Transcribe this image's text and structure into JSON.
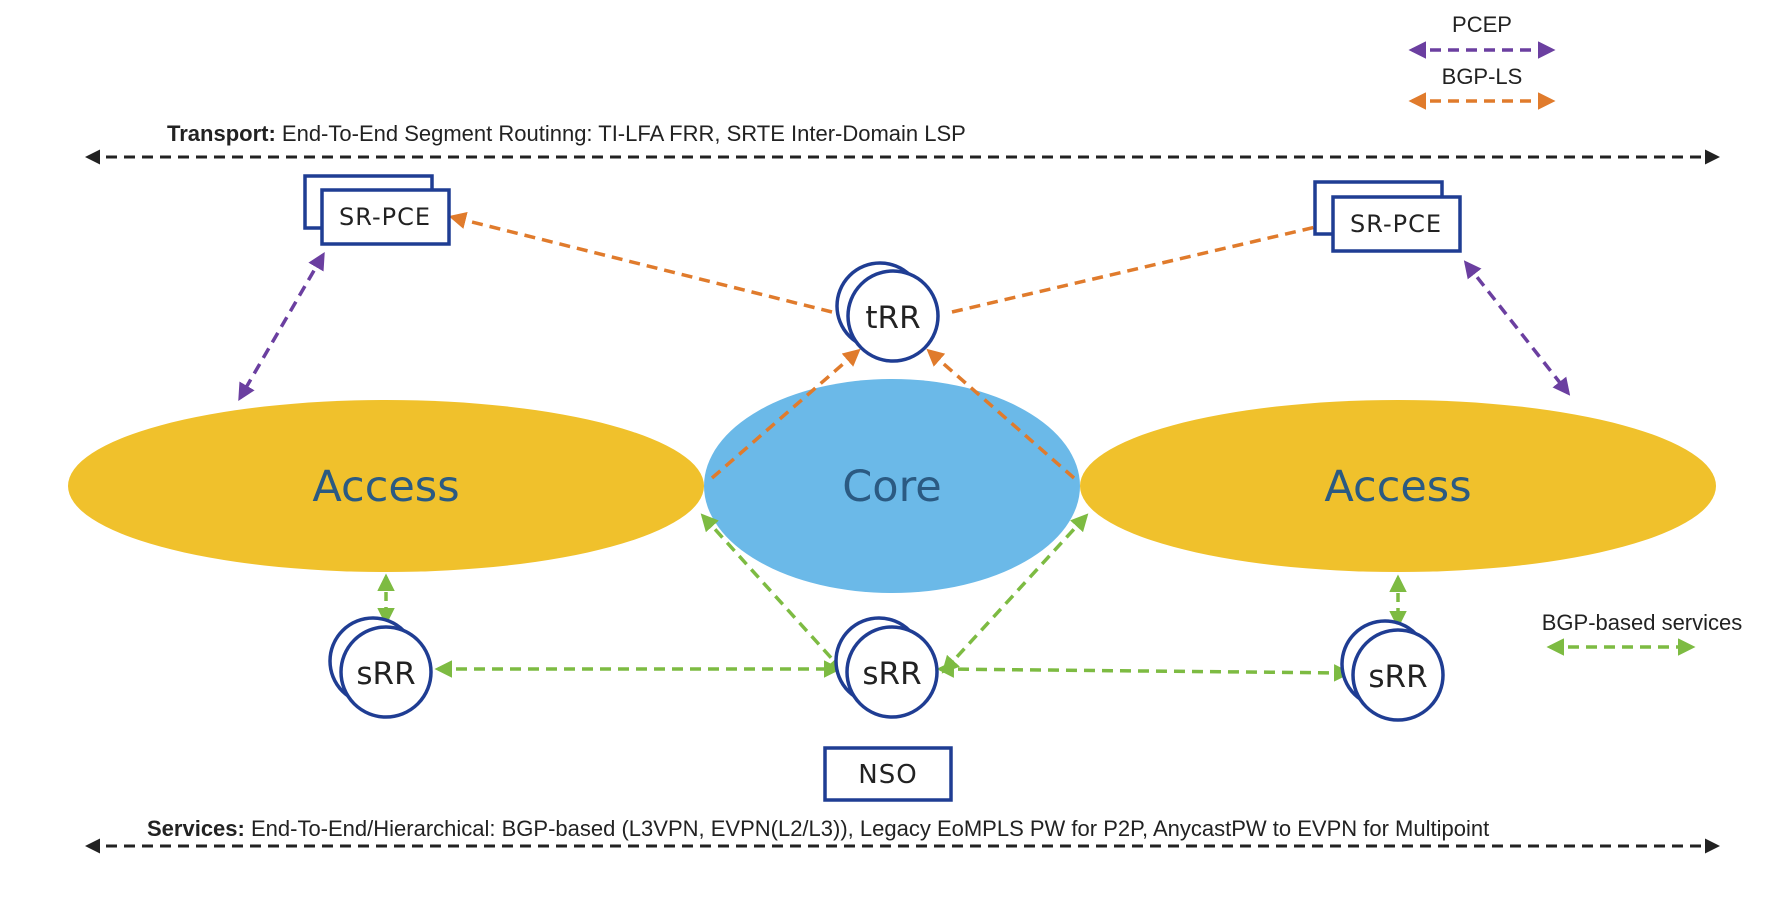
{
  "legend": {
    "pcep": {
      "label": "PCEP",
      "color": "#6b3fa0"
    },
    "bgpls": {
      "label": "BGP-LS",
      "color": "#e07b2c"
    },
    "bgp_services": {
      "label": "BGP-based services",
      "color": "#7dbb42"
    }
  },
  "transport": {
    "bold": "Transport:",
    "text": " End-To-End Segment Routinng: TI-LFA FRR, SRTE Inter-Domain LSP"
  },
  "services": {
    "bold": "Services:",
    "text": " End-To-End/Hierarchical: BGP-based (L3VPN, EVPN(L2/L3)), Legacy EoMPLS PW for P2P, AnycastPW to EVPN for Multipoint"
  },
  "nodes": {
    "sr_pce_left": "SR-PCE",
    "sr_pce_right": "SR-PCE",
    "trr": "tRR",
    "srr_left": "sRR",
    "srr_center": "sRR",
    "srr_right": "sRR",
    "nso": "NSO"
  },
  "domains": {
    "access_left": "Access",
    "core": "Core",
    "access_right": "Access"
  },
  "colors": {
    "access": "#f0c12c",
    "core": "#6bb9e8",
    "node_border": "#1f3d93",
    "black_line": "#222222",
    "domain_text": "#2b5a82"
  }
}
